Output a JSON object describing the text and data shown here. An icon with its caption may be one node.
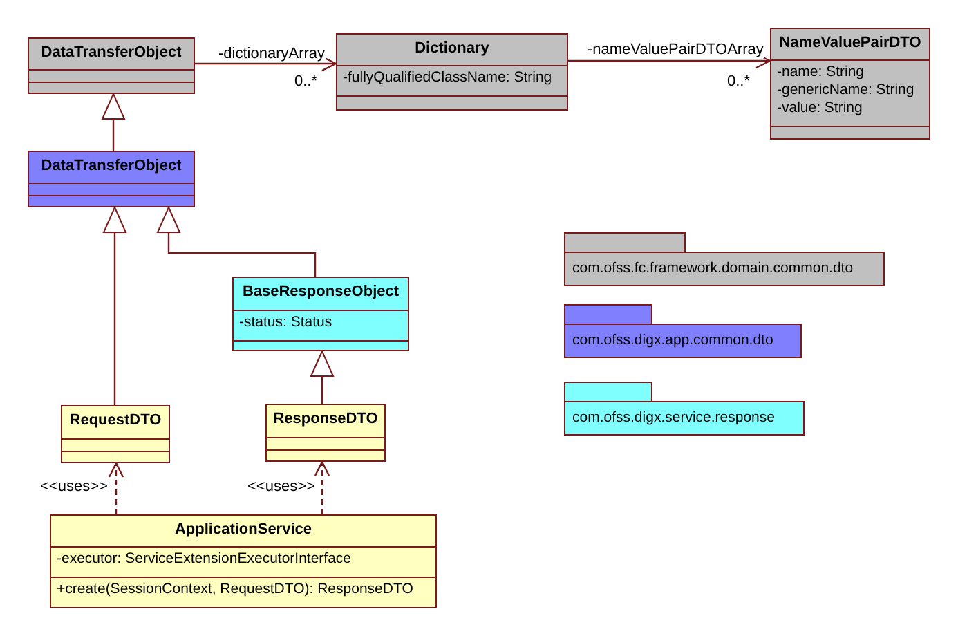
{
  "diagram": {
    "nodes": [
      {
        "text": [
          "DataTransferObject"
        ]
      },
      {
        "text": [
          "Dictionary",
          "-fullyQualifiedClassName: String"
        ]
      },
      {
        "text": [
          "NameValuePairDTO",
          "-name: String",
          "-genericName: String",
          "-value: String"
        ]
      },
      {
        "text": [
          "DataTransferObject"
        ]
      },
      {
        "text": [
          "BaseResponseObject",
          "-status: Status"
        ]
      },
      {
        "text": [
          "RequestDTO"
        ]
      },
      {
        "text": [
          "ResponseDTO"
        ]
      },
      {
        "text": [
          "ApplicationService",
          "-executor: ServiceExtensionExecutorInterface",
          "+create(SessionContext, RequestDTO): ResponseDTO"
        ]
      }
    ],
    "edges": [
      {
        "from": 0,
        "to": 1,
        "arrow": "to",
        "label": "-dictionaryArray"
      },
      {
        "from": 1,
        "to": 2,
        "arrow": "to",
        "label": "-nameValuePairDTOArray"
      },
      {
        "from": 3,
        "to": 0,
        "arrow": "to"
      },
      {
        "from": 5,
        "to": 3,
        "arrow": "to"
      },
      {
        "from": 4,
        "to": 3,
        "arrow": "to"
      },
      {
        "from": 6,
        "to": 4,
        "arrow": "to"
      },
      {
        "from": 7,
        "to": 5,
        "arrow": "to",
        "label": "<<uses>>",
        "style": "dashed"
      },
      {
        "from": 7,
        "to": 6,
        "arrow": "to",
        "label": "<<uses>>",
        "style": "dashed"
      }
    ],
    "labels": [
      "0..*",
      "0..*"
    ],
    "legend": [
      {
        "text": "com.ofss.fc.framework.domain.common.dto",
        "color": "#c0c0c0"
      },
      {
        "text": "com.ofss.digx.app.common.dto",
        "color": "#8080ff"
      },
      {
        "text": "com.ofss.digx.service.response",
        "color": "#80ffff"
      }
    ]
  }
}
